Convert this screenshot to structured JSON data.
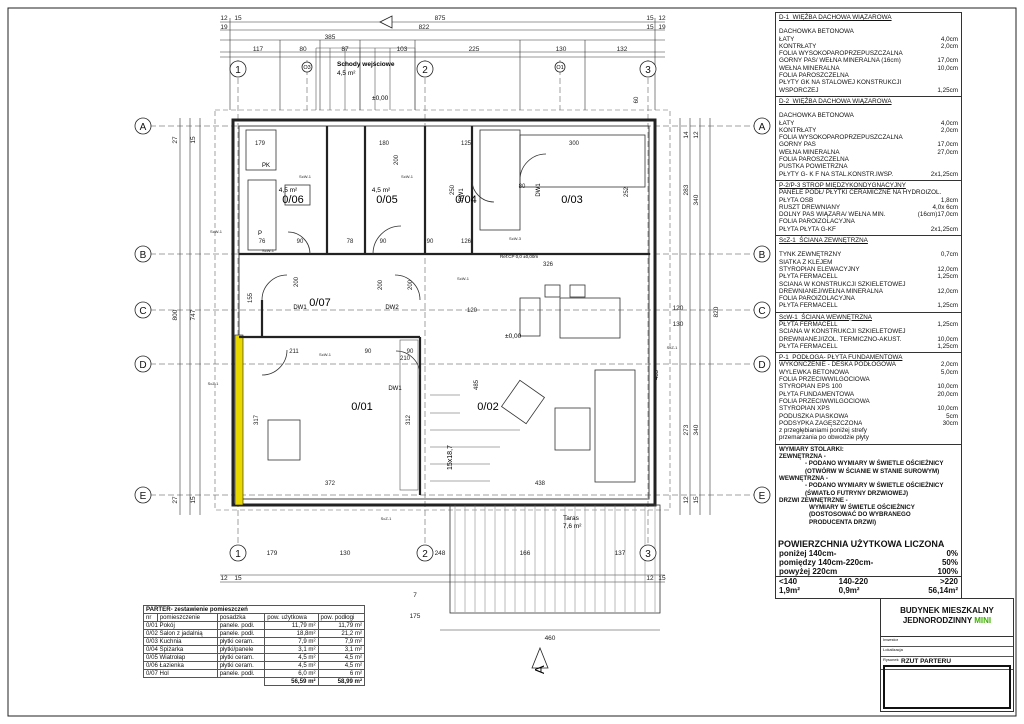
{
  "plan": {
    "grid_axes_vertical": [
      "1",
      "2",
      "3",
      "O3",
      "O1"
    ],
    "grid_axes_horizontal": [
      "A",
      "B",
      "C",
      "D",
      "E"
    ],
    "top_dims_row1": [
      "12",
      "15",
      "875",
      "15",
      "12"
    ],
    "top_dims_row2": [
      "19",
      "385",
      "822",
      "15",
      "19"
    ],
    "top_dims_row3": [
      "117",
      "80",
      "87",
      "103",
      "225",
      "130",
      "132"
    ],
    "bottom_dims": [
      "179",
      "130",
      "248",
      "166",
      "137",
      "12",
      "15",
      "12",
      "15",
      "7",
      "175"
    ],
    "bottom_total": "460",
    "left_dims": [
      "27",
      "15",
      "800",
      "747",
      "27",
      "15"
    ],
    "right_dims": [
      "14",
      "12",
      "283",
      "340",
      "820",
      "120",
      "130",
      "340",
      "273",
      "12",
      "15"
    ],
    "entry_label": "Schody wejściowe",
    "entry_area": "4,5 m²",
    "level_top": "±0,00",
    "level_main": "±0,00",
    "terrace_label": "Taras",
    "terrace_area": "7,6 m²",
    "stairs_label": "15x18,7",
    "room_ids": [
      "0/01",
      "0/02",
      "0/03",
      "0/04",
      "0/05",
      "0/06",
      "0/07"
    ],
    "room_areas": [
      "4,5 m²",
      "4,5 m²"
    ],
    "fixtures": [
      "PK",
      "P"
    ],
    "doors": [
      "DW1",
      "DW1",
      "DW1",
      "DW2",
      "DW1"
    ],
    "wall_tags": [
      "ScW-1",
      "ScW-1",
      "ScW-1",
      "ScW-1",
      "ScW-1",
      "ScW-3",
      "ScW-1",
      "ScZ-1",
      "ScZ-1",
      "ScZ-1"
    ],
    "inner_dims": [
      "179",
      "180",
      "125",
      "300",
      "90",
      "78",
      "200",
      "250",
      "252",
      "76",
      "90",
      "90",
      "126",
      "326",
      "155",
      "200",
      "120",
      "211",
      "90",
      "90",
      "317",
      "312",
      "485",
      "372",
      "438",
      "60",
      "80",
      "200",
      "200",
      "210",
      "485"
    ],
    "ref_note": "Ref:CP 0,0 ±0,00m",
    "north": "A"
  },
  "legend": {
    "sections": [
      {
        "title": "D-1_WIĘŹBA DACHOWA WIĄZAROWA",
        "rows": [
          [
            "",
            ""
          ],
          [
            "DACHÓWKA BETONOWA",
            ""
          ],
          [
            "ŁATY",
            "4,0cm"
          ],
          [
            "KONTRŁATY",
            "2,0cm"
          ],
          [
            "FOLIA WYSOKOPAROPRZEPUSZCZALNA",
            ""
          ],
          [
            "GÓRNY PAS/ WEŁNA MINERALNA (16cm)",
            "17,0cm"
          ],
          [
            "WEŁNA MINERALNA",
            "10,0cm"
          ],
          [
            "FOLIA PAROSZCZELNA",
            ""
          ],
          [
            "PŁYTY GK NA STALOWEJ KONSTRUKCJI",
            ""
          ],
          [
            "WSPORCZEJ",
            "1,25cm"
          ]
        ]
      },
      {
        "title": "D-2_WIĘŹBA DACHOWA WIĄZAROWA",
        "rows": [
          [
            "",
            ""
          ],
          [
            "DACHÓWKA BETONOWA",
            ""
          ],
          [
            "ŁATY",
            "4,0cm"
          ],
          [
            "KONTRŁATY",
            "2,0cm"
          ],
          [
            "FOLIA WYSOKOPAROPRZEPUSZCZALNA",
            ""
          ],
          [
            "GÓRNY PAS",
            "17,0cm"
          ],
          [
            "WEŁNA MINERALNA",
            "27,0cm"
          ],
          [
            "FOLIA PAROSZCZELNA",
            ""
          ],
          [
            "PUSTKA POWIETRZNA",
            ""
          ],
          [
            "PŁYTY G- K F NA STAL.KONSTR.IWSP.",
            "2x1,25cm"
          ]
        ]
      },
      {
        "title": "P-2/P-3 STROP MIĘDZYKONDYGNACYJNY",
        "rows": [
          [
            "PANELE PODŁ/ PŁYTKI CERAMICZNE NA HYDROIZOL.",
            ""
          ],
          [
            "PŁYTA OSB",
            "1,8cm"
          ],
          [
            "RUSZT DREWNIANY",
            "4,0x 6cm"
          ],
          [
            "DOLNY PAS WIĄZARA/ WEŁNA MIN.",
            "(16cm)17,0cm"
          ],
          [
            "FOLIA PAROIZOLACYJNA",
            ""
          ],
          [
            "PŁYTA PŁYTA G-KF",
            "2x1,25cm"
          ]
        ]
      },
      {
        "title": "ScZ-1_ŚCIANA ZEWNĘTRZNA",
        "rows": [
          [
            "",
            ""
          ],
          [
            "TYNK ZEWNĘTRZNY",
            "0,7cm"
          ],
          [
            "SIATKA Z KLEJEM",
            ""
          ],
          [
            "STYROPIAN ELEWACYJNY",
            "12,0cm"
          ],
          [
            "PŁYTA FERMACELL",
            "1,25cm"
          ],
          [
            "ŚCIANA W KONSTRUKCJI SZKIELETOWEJ",
            ""
          ],
          [
            "DREWNIANEJ/WEŁNA MINERALNA",
            "12,0cm"
          ],
          [
            "FOLIA PAROIZOLACYJNA",
            ""
          ],
          [
            "PŁYTA FERMACELL",
            "1,25cm"
          ]
        ]
      },
      {
        "title": "ScW-1_ŚCIANA WEWNĘTRZNA",
        "rows": [
          [
            "PŁYTA FERMACELL",
            "1,25cm"
          ],
          [
            "ŚCIANA W KONSTRUKCJI SZKIELETOWEJ",
            ""
          ],
          [
            "DREWNIANEJ/IZOL. TERMICZNO-AKUST.",
            "10,0cm"
          ],
          [
            "PŁYTA FERMACELL",
            "1,25cm"
          ]
        ]
      },
      {
        "title": "P-1_PODŁOGA- PŁYTA FUNDAMENTOWA",
        "rows": [
          [
            "WYKOŃCZENIE - DESKA PODŁOGOWA",
            "2,0cm"
          ],
          [
            "WYLEWKA BETONOWA",
            "5,0cm"
          ],
          [
            "FOLIA PRZECIWWILGOCIOWA",
            ""
          ],
          [
            "STYROPIAN EPS 100",
            "10,0cm"
          ],
          [
            "PŁYTA FUNDAMENTOWA",
            "20,0cm"
          ],
          [
            "FOLIA PRZECIWWILGOCIOWA",
            ""
          ],
          [
            "STYROPIAN XPS",
            "10,0cm"
          ],
          [
            "PODUSZKA PIASKOWA",
            "5cm"
          ],
          [
            "PODSYPKA ZAGĘSZCZONA",
            "30cm"
          ],
          [
            "z przegłębianiami poniżej strefy",
            ""
          ],
          [
            "przemarzania po obwodzie płyty",
            ""
          ]
        ]
      }
    ],
    "windows": {
      "title": "WYMIARY STOLARKI:",
      "lines": [
        "ZEWNĘTRZNA -",
        "- PODANO WYMIARY W ŚWIETLE OŚCIEŻNICY",
        "(OTWÓRW W ŚCIANIE W STANIE SUROWYM)",
        "WEWNĘTRZNA -",
        "- PODANO WYMIARY W ŚWIETLE OŚCIEŻNICY",
        "(ŚWIATŁO FUTRYNY DRZWIOWEJ)",
        "DRZWI ZEWNĘTRZNE -",
        "WYMIARY W ŚWIETLE OŚCIEŻNICY",
        "(DOSTOSOWAĆ DO WYBRANEGO",
        "PRODUCENTA DRZWI)"
      ]
    }
  },
  "area": {
    "title": "POWIERZCHNIA UŻYTKOWA  LICZONA",
    "rows": [
      [
        "poniżej 140cm-",
        "0%"
      ],
      [
        "pomiędzy 140cm-220cm-",
        "50%"
      ],
      [
        "powyżej 220cm",
        "100%"
      ]
    ],
    "totals_head": [
      "<140",
      "140-220",
      ">220"
    ],
    "totals": [
      "1,9m²",
      "0,9m²",
      "56,14m²"
    ]
  },
  "titleblock": {
    "line1": "BUDYNEK MIESZKALNY",
    "line2": "JEDNORODZINNY",
    "accent": "MINI",
    "accent_color": "#3db000",
    "row1": "Inwestor",
    "row2": "Lokalizacja",
    "row3": "Rysunek",
    "sheet": "RZUT PARTERU"
  },
  "rooms": {
    "caption": "PARTER- zestawienie pomieszczeń",
    "headers": [
      "nr",
      "pomieszczenie",
      "posadzka",
      "pow. użytkowa",
      "pow. podłogi"
    ],
    "rows": [
      [
        "0/01",
        "Pokój",
        "panele. podł.",
        "11,79 m²",
        "11,79 m²"
      ],
      [
        "0/02",
        "Salon z jadalnią",
        "panele. podł.",
        "18,8m²",
        "21,2 m²"
      ],
      [
        "0/03",
        "Kuchnia",
        "płytki ceram.",
        "7,9 m²",
        "7,9 m²"
      ],
      [
        "0/04",
        "Spiżarka",
        "płytki/panele",
        "3,1 m²",
        "3,1 m²"
      ],
      [
        "0/05",
        "Wiatrołap",
        "płytki ceram.",
        "4,5 m²",
        "4,5 m²"
      ],
      [
        "0/06",
        "Łazienka",
        "płytki ceram.",
        "4,5 m²",
        "4,5 m²"
      ],
      [
        "0/07",
        "Hol",
        "panele. podł.",
        "6,0 m²",
        "6 m²"
      ]
    ],
    "totals": [
      "56,59 m²",
      "58,99 m²"
    ]
  }
}
